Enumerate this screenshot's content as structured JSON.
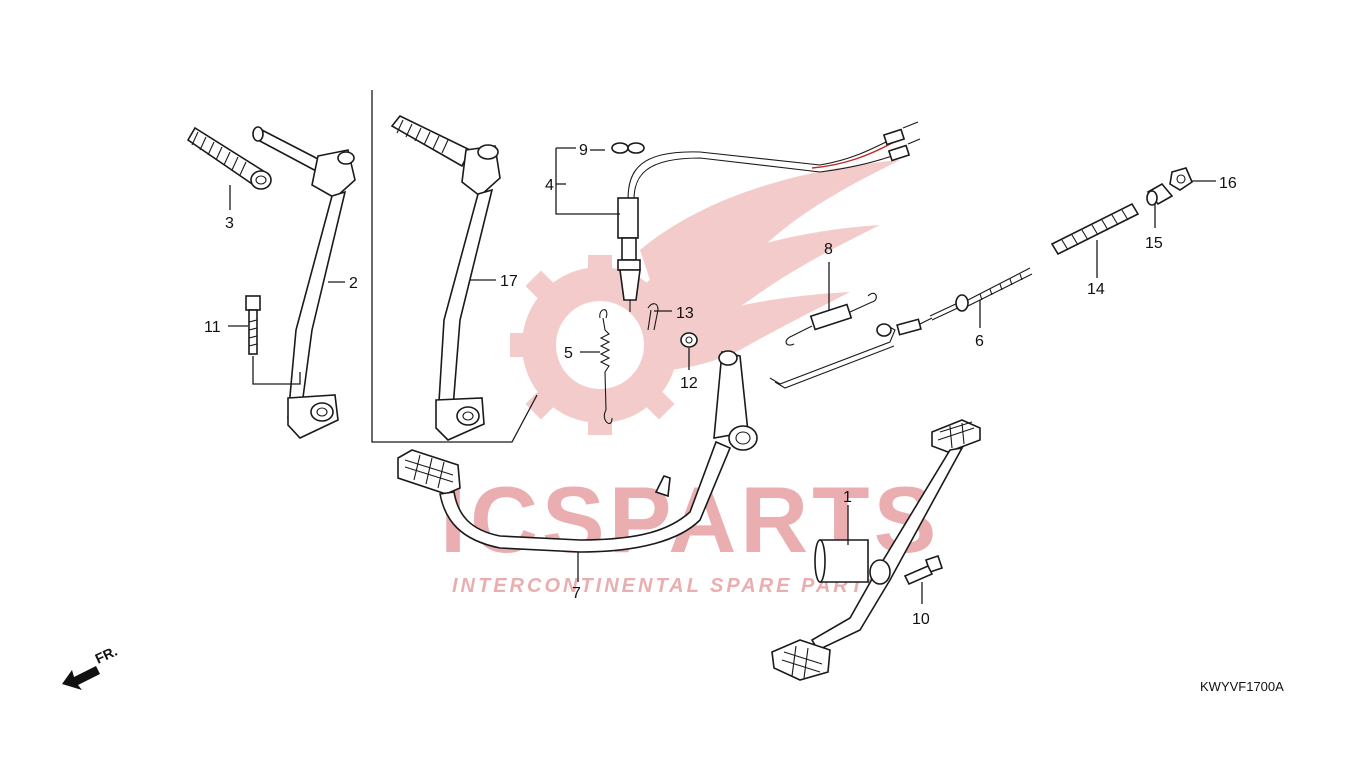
{
  "watermark": {
    "brand": "ICSPARTS",
    "tagline": "INTERCONTINENTAL SPARE PARTS",
    "colors": {
      "red": "#e8a6a8",
      "gray": "#d6d6d6",
      "gear": "#f3c6c6"
    }
  },
  "labels": {
    "p1": "1",
    "p2": "2",
    "p3": "3",
    "p4": "4",
    "p5": "5",
    "p6": "6",
    "p7": "7",
    "p8": "8",
    "p9": "9",
    "p10": "10",
    "p11": "11",
    "p12": "12",
    "p13": "13",
    "p14": "14",
    "p15": "15",
    "p16": "16",
    "p17": "17"
  },
  "direction": {
    "label": "FR.",
    "icon": "front-direction-arrow-icon"
  },
  "drawing_code": "KWYVF1700A"
}
